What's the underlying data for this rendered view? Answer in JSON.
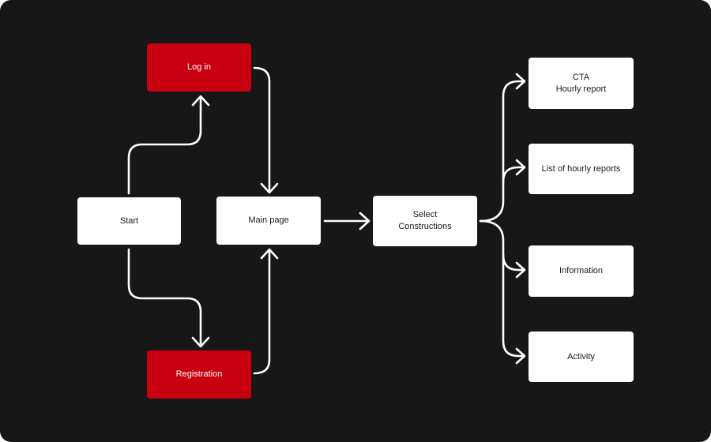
{
  "colors": {
    "background": "#171717",
    "node_fill": "#ffffff",
    "accent_fill": "#c8000f",
    "connector": "#ffffff",
    "node_text": "#1a1a1a",
    "accent_text": "#ffffff"
  },
  "nodes": {
    "login": {
      "label": "Log in",
      "style": "accent"
    },
    "registration": {
      "label": "Registration",
      "style": "accent"
    },
    "start": {
      "label": "Start",
      "style": "default"
    },
    "main_page": {
      "label": "Main page",
      "style": "default"
    },
    "select_constructions": {
      "lines": [
        "Select",
        "Constructions"
      ],
      "style": "default"
    },
    "cta_hourly_report": {
      "lines": [
        "CTA",
        "Hourly report"
      ],
      "style": "default"
    },
    "list_of_hourly_reports": {
      "label": "List of hourly reports",
      "style": "default"
    },
    "information": {
      "label": "Information",
      "style": "default"
    },
    "activity": {
      "label": "Activity",
      "style": "default"
    }
  },
  "edges": [
    {
      "from": "start",
      "to": "login"
    },
    {
      "from": "start",
      "to": "registration"
    },
    {
      "from": "login",
      "to": "main_page"
    },
    {
      "from": "registration",
      "to": "main_page"
    },
    {
      "from": "main_page",
      "to": "select_constructions"
    },
    {
      "from": "select_constructions",
      "to": "cta_hourly_report"
    },
    {
      "from": "select_constructions",
      "to": "list_of_hourly_reports"
    },
    {
      "from": "select_constructions",
      "to": "information"
    },
    {
      "from": "select_constructions",
      "to": "activity"
    }
  ]
}
